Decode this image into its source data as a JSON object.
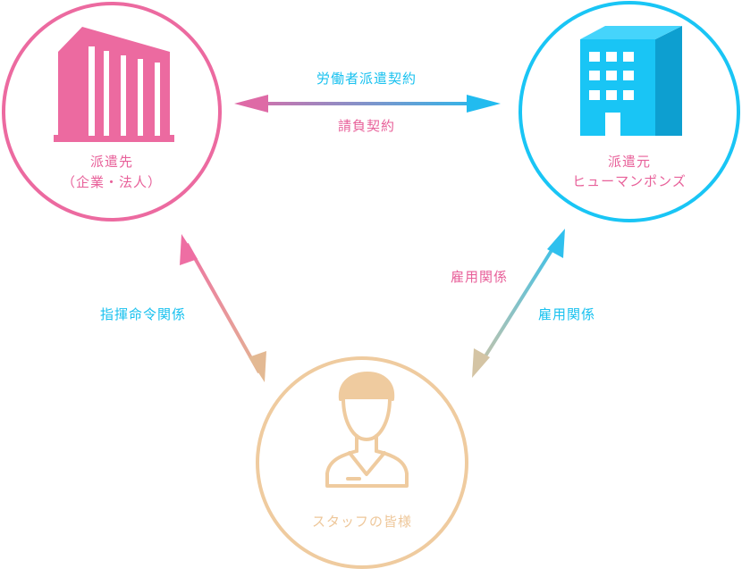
{
  "colors": {
    "client": "#ec6aa0",
    "dispatcher": "#19c5f5",
    "staff": "#efcb9f",
    "contract_arrow_start": "#e06aa5",
    "contract_arrow_end": "#1fbdf0",
    "command_arrow_start": "#ee6ea3",
    "command_arrow_end": "#e3b993",
    "employment_arrow_start": "#2fc0ee",
    "employment_arrow_end": "#d4c4a4"
  },
  "client": {
    "icon": "company-building-icon",
    "name": "派遣先",
    "detail": "（企業・法人）"
  },
  "dispatcher": {
    "icon": "office-building-icon",
    "name": "派遣元",
    "detail": "ヒューマンポンズ"
  },
  "staff": {
    "icon": "person-icon",
    "name": "スタッフの皆様"
  },
  "relations": {
    "dispatch_contract": "労働者派遣契約",
    "subcontract": "請負契約",
    "command": "指揮命令関係",
    "employment_pink": "雇用関係",
    "employment_cyan": "雇用関係"
  }
}
